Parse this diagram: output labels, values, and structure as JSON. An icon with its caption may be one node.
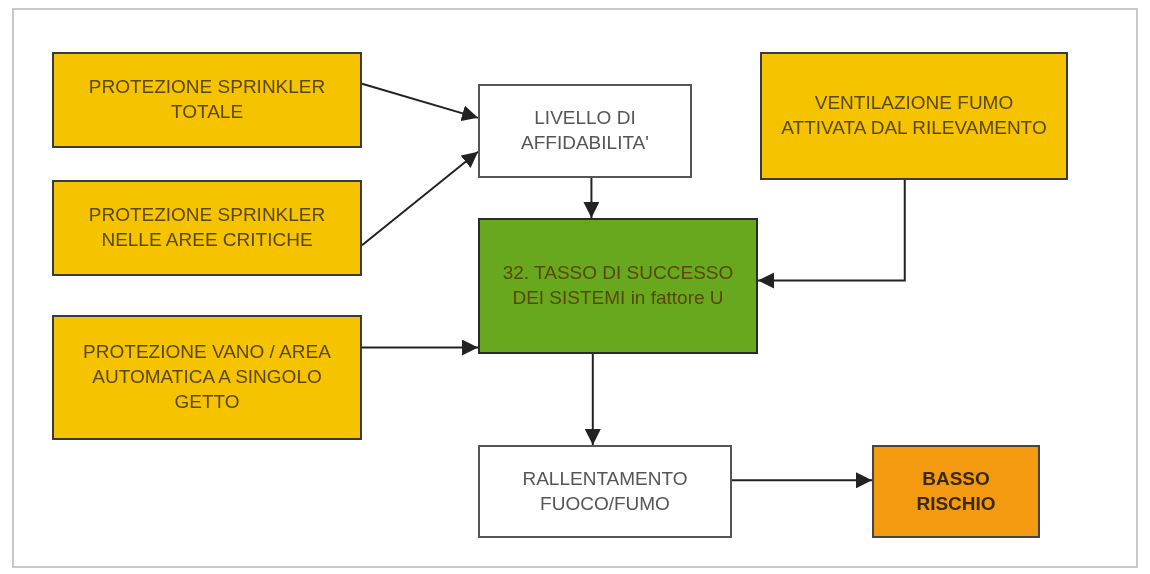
{
  "diagram": {
    "nodes": [
      {
        "text": [
          "PROTEZIONE SPRINKLER TOTALE"
        ]
      },
      {
        "text": [
          "PROTEZIONE SPRINKLER NELLE AREE CRITICHE"
        ]
      },
      {
        "text": [
          "PROTEZIONE VANO / AREA AUTOMATICA A SINGOLO GETTO"
        ]
      },
      {
        "text": [
          "LIVELLO DI AFFIDABILITA'"
        ]
      },
      {
        "text": [
          "VENTILAZIONE FUMO ATTIVATA DAL RILEVAMENTO"
        ]
      },
      {
        "text": [
          "32. TASSO DI SUCCESSO DEI SISTEMI in fattore U"
        ]
      },
      {
        "text": [
          "RALLENTAMENTO FUOCO/FUMO"
        ]
      },
      {
        "text": [
          "BASSO RISCHIO"
        ]
      }
    ],
    "edges": [
      {
        "from": 0,
        "to": 3,
        "arrow": "to"
      },
      {
        "from": 1,
        "to": 3,
        "arrow": "to"
      },
      {
        "from": 3,
        "to": 5,
        "arrow": "to"
      },
      {
        "from": 4,
        "to": 5,
        "arrow": "to"
      },
      {
        "from": 2,
        "to": 5,
        "arrow": "to"
      },
      {
        "from": 5,
        "to": 6,
        "arrow": "to"
      },
      {
        "from": 6,
        "to": 7,
        "arrow": "to"
      }
    ]
  }
}
